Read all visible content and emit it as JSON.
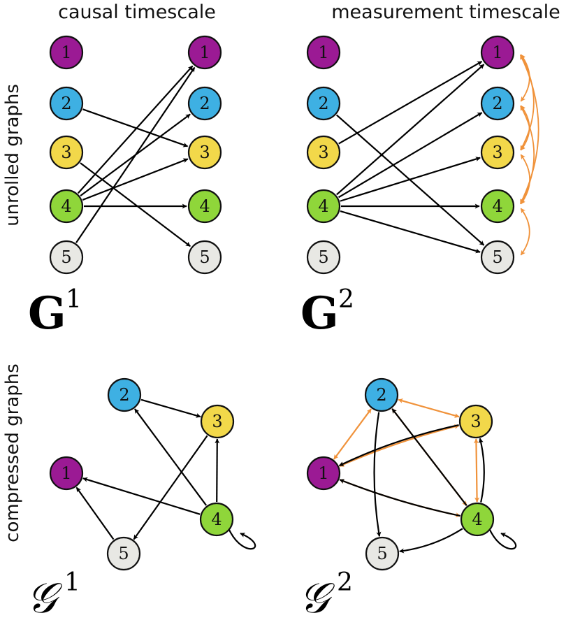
{
  "headers": {
    "causal": "causal timescale",
    "measurement": "measurement timescale"
  },
  "row_labels": {
    "unrolled": "unrolled graphs",
    "compressed": "compressed graphs"
  },
  "panel_labels": {
    "G1": {
      "base": "G",
      "sup": "1"
    },
    "G2": {
      "base": "G",
      "sup": "2"
    },
    "cG1": {
      "base": "𝒢",
      "sup": "1"
    },
    "cG2": {
      "base": "𝒢",
      "sup": "2"
    }
  },
  "colors": {
    "1": "#9b1a94",
    "2": "#3eb0e3",
    "3": "#f2d84a",
    "4": "#8fd63a",
    "5": "#e8e8e4",
    "directed_edge": "#000000",
    "bidirected_edge": "#f0923a"
  },
  "nodes": [
    "1",
    "2",
    "3",
    "4",
    "5"
  ],
  "graphs": {
    "G1_unrolled": {
      "directed": [
        [
          "2",
          "3"
        ],
        [
          "3",
          "5"
        ],
        [
          "4",
          "1"
        ],
        [
          "4",
          "2"
        ],
        [
          "4",
          "3"
        ],
        [
          "4",
          "4"
        ],
        [
          "5",
          "1"
        ]
      ]
    },
    "G2_unrolled": {
      "directed": [
        [
          "2",
          "5"
        ],
        [
          "3",
          "1"
        ],
        [
          "4",
          "1"
        ],
        [
          "4",
          "2"
        ],
        [
          "4",
          "3"
        ],
        [
          "4",
          "4"
        ],
        [
          "4",
          "5"
        ]
      ],
      "bidirected": [
        [
          "1",
          "2"
        ],
        [
          "1",
          "3"
        ],
        [
          "1",
          "4"
        ],
        [
          "2",
          "3"
        ],
        [
          "2",
          "4"
        ],
        [
          "3",
          "4"
        ],
        [
          "4",
          "5"
        ]
      ]
    },
    "G1_compressed": {
      "directed": [
        [
          "2",
          "3"
        ],
        [
          "3",
          "5"
        ],
        [
          "4",
          "1"
        ],
        [
          "4",
          "2"
        ],
        [
          "4",
          "3"
        ],
        [
          "4",
          "4"
        ],
        [
          "5",
          "1"
        ]
      ]
    },
    "G2_compressed": {
      "directed": [
        [
          "2",
          "5"
        ],
        [
          "3",
          "1"
        ],
        [
          "4",
          "1"
        ],
        [
          "4",
          "2"
        ],
        [
          "4",
          "3"
        ],
        [
          "4",
          "4"
        ],
        [
          "4",
          "5"
        ]
      ],
      "bidirected": [
        [
          "1",
          "2"
        ],
        [
          "1",
          "3"
        ],
        [
          "1",
          "4"
        ],
        [
          "2",
          "3"
        ],
        [
          "2",
          "4"
        ],
        [
          "3",
          "4"
        ]
      ]
    }
  }
}
